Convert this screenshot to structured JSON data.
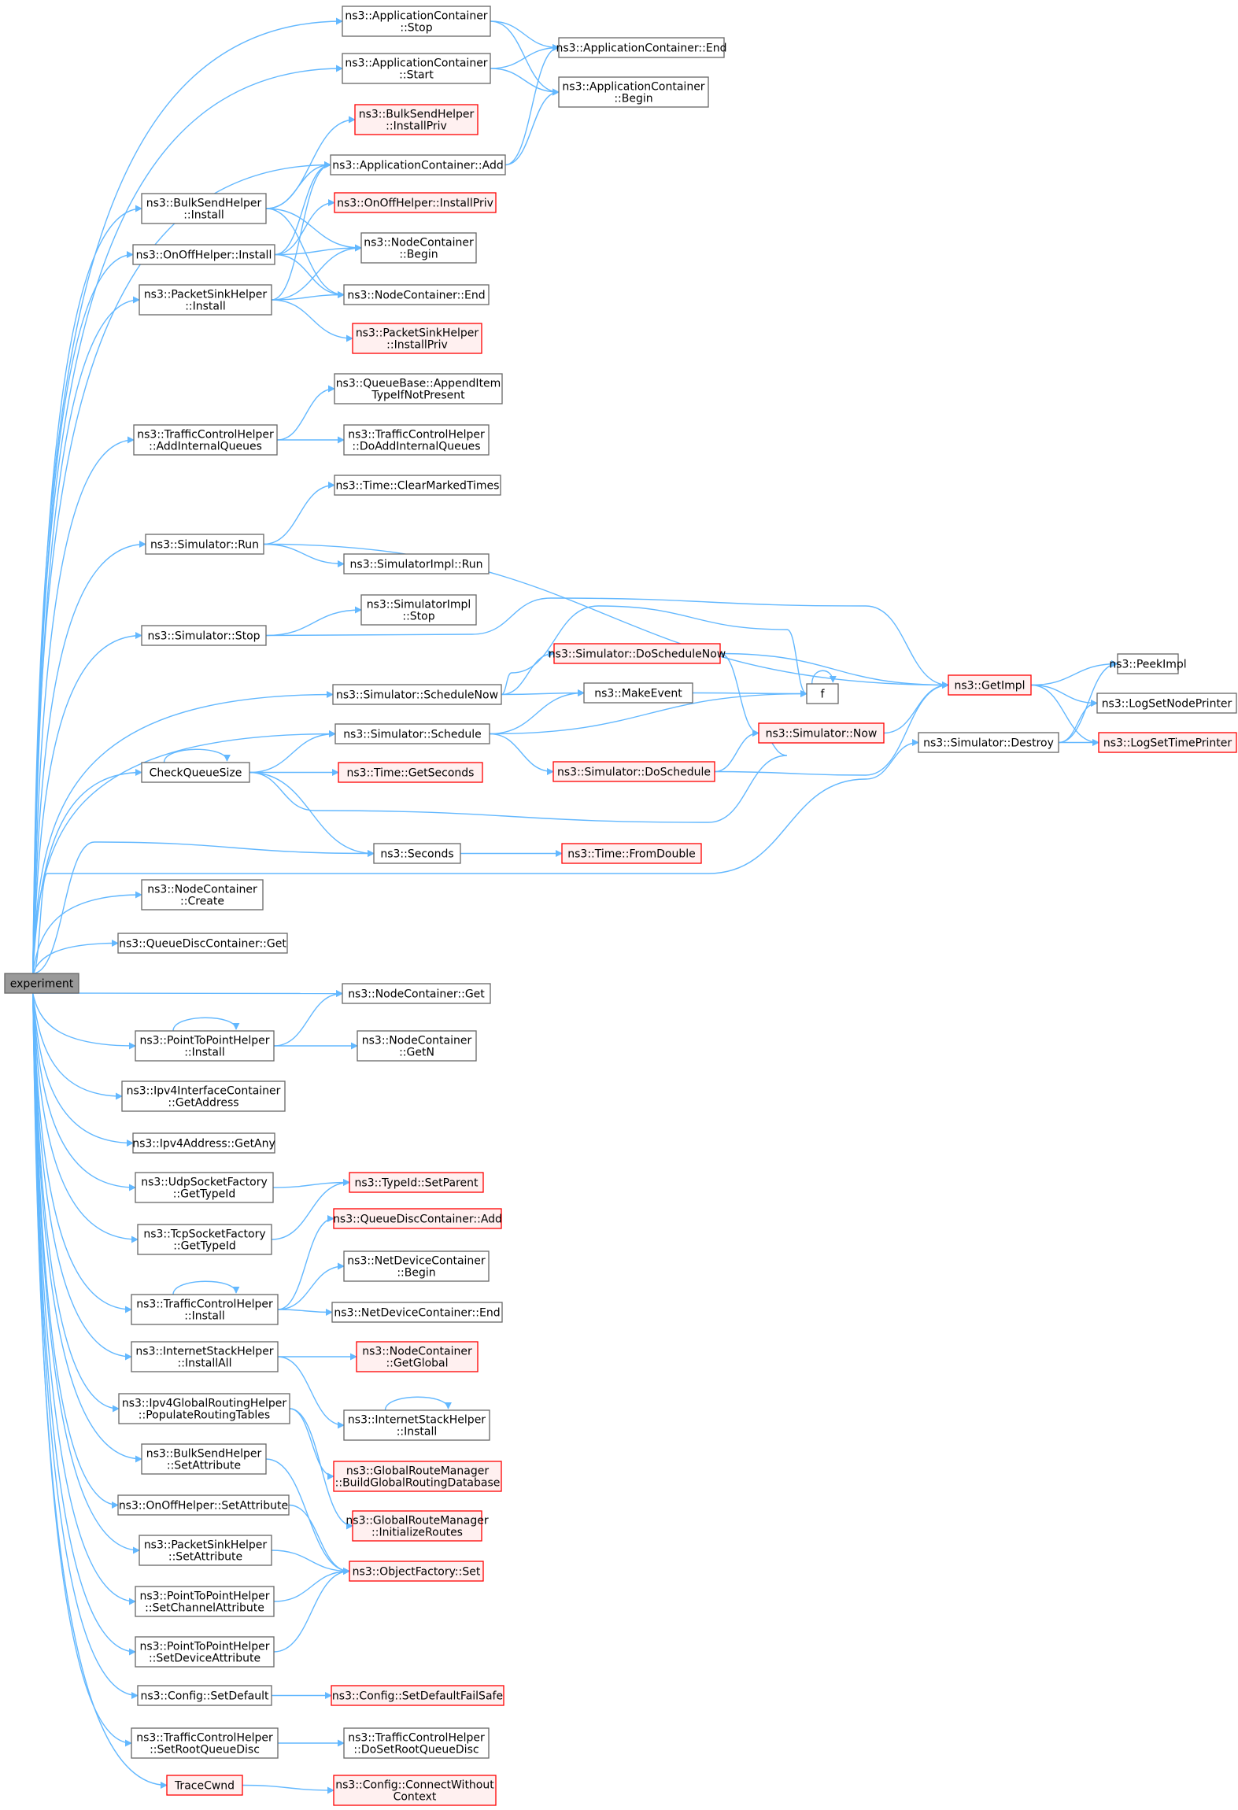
{
  "diagram": {
    "style": {
      "edge_color": "#63b8ff",
      "box_border": "#666666",
      "box_fill": "#ffffff",
      "external_border": "#ff0000",
      "external_fill": "#fff0f0",
      "root_fill": "#999999"
    },
    "nodes": [
      {
        "id": "experiment",
        "lines": [
          "experiment"
        ],
        "kind": "root"
      },
      {
        "id": "app_stop",
        "lines": [
          "ns3::ApplicationContainer",
          "::Stop"
        ],
        "kind": "normal"
      },
      {
        "id": "app_start",
        "lines": [
          "ns3::ApplicationContainer",
          "::Start"
        ],
        "kind": "normal"
      },
      {
        "id": "app_end",
        "lines": [
          "ns3::ApplicationContainer::End"
        ],
        "kind": "normal"
      },
      {
        "id": "app_begin",
        "lines": [
          "ns3::ApplicationContainer",
          "::Begin"
        ],
        "kind": "normal"
      },
      {
        "id": "bulk_installpriv",
        "lines": [
          "ns3::BulkSendHelper",
          "::InstallPriv"
        ],
        "kind": "external"
      },
      {
        "id": "app_add",
        "lines": [
          "ns3::ApplicationContainer::Add"
        ],
        "kind": "normal"
      },
      {
        "id": "bulk_install",
        "lines": [
          "ns3::BulkSendHelper",
          "::Install"
        ],
        "kind": "normal"
      },
      {
        "id": "onoff_installpriv",
        "lines": [
          "ns3::OnOffHelper::InstallPriv"
        ],
        "kind": "external"
      },
      {
        "id": "onoff_install",
        "lines": [
          "ns3::OnOffHelper::Install"
        ],
        "kind": "normal"
      },
      {
        "id": "nc_begin",
        "lines": [
          "ns3::NodeContainer",
          "::Begin"
        ],
        "kind": "normal"
      },
      {
        "id": "sink_install",
        "lines": [
          "ns3::PacketSinkHelper",
          "::Install"
        ],
        "kind": "normal"
      },
      {
        "id": "nc_end",
        "lines": [
          "ns3::NodeContainer::End"
        ],
        "kind": "normal"
      },
      {
        "id": "sink_installpriv",
        "lines": [
          "ns3::PacketSinkHelper",
          "::InstallPriv"
        ],
        "kind": "external"
      },
      {
        "id": "qb_append",
        "lines": [
          "ns3::QueueBase::AppendItem",
          "TypeIfNotPresent"
        ],
        "kind": "normal"
      },
      {
        "id": "tch_addq",
        "lines": [
          "ns3::TrafficControlHelper",
          "::AddInternalQueues"
        ],
        "kind": "normal"
      },
      {
        "id": "tch_doaddq",
        "lines": [
          "ns3::TrafficControlHelper",
          "::DoAddInternalQueues"
        ],
        "kind": "normal"
      },
      {
        "id": "time_clear",
        "lines": [
          "ns3::Time::ClearMarkedTimes"
        ],
        "kind": "normal"
      },
      {
        "id": "sim_run",
        "lines": [
          "ns3::Simulator::Run"
        ],
        "kind": "normal"
      },
      {
        "id": "simimpl_run",
        "lines": [
          "ns3::SimulatorImpl::Run"
        ],
        "kind": "normal"
      },
      {
        "id": "simimpl_stop",
        "lines": [
          "ns3::SimulatorImpl",
          "::Stop"
        ],
        "kind": "normal"
      },
      {
        "id": "sim_stop",
        "lines": [
          "ns3::Simulator::Stop"
        ],
        "kind": "normal"
      },
      {
        "id": "sim_doschednow",
        "lines": [
          "ns3::Simulator::DoScheduleNow"
        ],
        "kind": "external"
      },
      {
        "id": "sim_schednow",
        "lines": [
          "ns3::Simulator::ScheduleNow"
        ],
        "kind": "normal"
      },
      {
        "id": "makeevent",
        "lines": [
          "ns3::MakeEvent"
        ],
        "kind": "normal"
      },
      {
        "id": "f",
        "lines": [
          "f"
        ],
        "kind": "normal"
      },
      {
        "id": "getimpl",
        "lines": [
          "ns3::GetImpl"
        ],
        "kind": "external"
      },
      {
        "id": "peekimpl",
        "lines": [
          "ns3::PeekImpl"
        ],
        "kind": "normal"
      },
      {
        "id": "logsetnode",
        "lines": [
          "ns3::LogSetNodePrinter"
        ],
        "kind": "normal"
      },
      {
        "id": "logsettime",
        "lines": [
          "ns3::LogSetTimePrinter"
        ],
        "kind": "external"
      },
      {
        "id": "sim_destroy",
        "lines": [
          "ns3::Simulator::Destroy"
        ],
        "kind": "normal"
      },
      {
        "id": "sim_now",
        "lines": [
          "ns3::Simulator::Now"
        ],
        "kind": "external"
      },
      {
        "id": "sim_schedule",
        "lines": [
          "ns3::Simulator::Schedule"
        ],
        "kind": "normal"
      },
      {
        "id": "checkq",
        "lines": [
          "CheckQueueSize"
        ],
        "kind": "normal"
      },
      {
        "id": "time_getsec",
        "lines": [
          "ns3::Time::GetSeconds"
        ],
        "kind": "external"
      },
      {
        "id": "sim_dosched",
        "lines": [
          "ns3::Simulator::DoSchedule"
        ],
        "kind": "external"
      },
      {
        "id": "seconds",
        "lines": [
          "ns3::Seconds"
        ],
        "kind": "normal"
      },
      {
        "id": "time_fromdouble",
        "lines": [
          "ns3::Time::FromDouble"
        ],
        "kind": "external"
      },
      {
        "id": "nc_create",
        "lines": [
          "ns3::NodeContainer",
          "::Create"
        ],
        "kind": "normal"
      },
      {
        "id": "qdc_get",
        "lines": [
          "ns3::QueueDiscContainer::Get"
        ],
        "kind": "normal"
      },
      {
        "id": "nc_get",
        "lines": [
          "ns3::NodeContainer::Get"
        ],
        "kind": "normal"
      },
      {
        "id": "p2p_install",
        "lines": [
          "ns3::PointToPointHelper",
          "::Install"
        ],
        "kind": "normal"
      },
      {
        "id": "nc_getn",
        "lines": [
          "ns3::NodeContainer",
          "::GetN"
        ],
        "kind": "normal"
      },
      {
        "id": "ipv4ic_getaddr",
        "lines": [
          "ns3::Ipv4InterfaceContainer",
          "::GetAddress"
        ],
        "kind": "normal"
      },
      {
        "id": "ipv4addr_any",
        "lines": [
          "ns3::Ipv4Address::GetAny"
        ],
        "kind": "normal"
      },
      {
        "id": "udp_typeid",
        "lines": [
          "ns3::UdpSocketFactory",
          "::GetTypeId"
        ],
        "kind": "normal"
      },
      {
        "id": "typeid_setparent",
        "lines": [
          "ns3::TypeId::SetParent"
        ],
        "kind": "external"
      },
      {
        "id": "tcp_typeid",
        "lines": [
          "ns3::TcpSocketFactory",
          "::GetTypeId"
        ],
        "kind": "normal"
      },
      {
        "id": "qdc_add",
        "lines": [
          "ns3::QueueDiscContainer::Add"
        ],
        "kind": "external"
      },
      {
        "id": "ndc_begin",
        "lines": [
          "ns3::NetDeviceContainer",
          "::Begin"
        ],
        "kind": "normal"
      },
      {
        "id": "tch_install",
        "lines": [
          "ns3::TrafficControlHelper",
          "::Install"
        ],
        "kind": "normal"
      },
      {
        "id": "ndc_end",
        "lines": [
          "ns3::NetDeviceContainer::End"
        ],
        "kind": "normal"
      },
      {
        "id": "ish_installall",
        "lines": [
          "ns3::InternetStackHelper",
          "::InstallAll"
        ],
        "kind": "normal"
      },
      {
        "id": "nc_getglobal",
        "lines": [
          "ns3::NodeContainer",
          "::GetGlobal"
        ],
        "kind": "external"
      },
      {
        "id": "ish_install",
        "lines": [
          "ns3::InternetStackHelper",
          "::Install"
        ],
        "kind": "normal"
      },
      {
        "id": "ipv4grh_pop",
        "lines": [
          "ns3::Ipv4GlobalRoutingHelper",
          "::PopulateRoutingTables"
        ],
        "kind": "normal"
      },
      {
        "id": "grm_build",
        "lines": [
          "ns3::GlobalRouteManager",
          "::BuildGlobalRoutingDatabase"
        ],
        "kind": "external"
      },
      {
        "id": "bulk_setattr",
        "lines": [
          "ns3::BulkSendHelper",
          "::SetAttribute"
        ],
        "kind": "normal"
      },
      {
        "id": "grm_init",
        "lines": [
          "ns3::GlobalRouteManager",
          "::InitializeRoutes"
        ],
        "kind": "external"
      },
      {
        "id": "onoff_setattr",
        "lines": [
          "ns3::OnOffHelper::SetAttribute"
        ],
        "kind": "normal"
      },
      {
        "id": "sink_setattr",
        "lines": [
          "ns3::PacketSinkHelper",
          "::SetAttribute"
        ],
        "kind": "normal"
      },
      {
        "id": "of_set",
        "lines": [
          "ns3::ObjectFactory::Set"
        ],
        "kind": "external"
      },
      {
        "id": "p2p_setchan",
        "lines": [
          "ns3::PointToPointHelper",
          "::SetChannelAttribute"
        ],
        "kind": "normal"
      },
      {
        "id": "p2p_setdev",
        "lines": [
          "ns3::PointToPointHelper",
          "::SetDeviceAttribute"
        ],
        "kind": "normal"
      },
      {
        "id": "cfg_setdef",
        "lines": [
          "ns3::Config::SetDefault"
        ],
        "kind": "normal"
      },
      {
        "id": "cfg_setdeffs",
        "lines": [
          "ns3::Config::SetDefaultFailSafe"
        ],
        "kind": "external"
      },
      {
        "id": "tch_setroot",
        "lines": [
          "ns3::TrafficControlHelper",
          "::SetRootQueueDisc"
        ],
        "kind": "normal"
      },
      {
        "id": "tch_dosetroot",
        "lines": [
          "ns3::TrafficControlHelper",
          "::DoSetRootQueueDisc"
        ],
        "kind": "normal"
      },
      {
        "id": "tracecwnd",
        "lines": [
          "TraceCwnd"
        ],
        "kind": "external"
      },
      {
        "id": "cfg_connect",
        "lines": [
          "ns3::Config::ConnectWithout",
          "Context"
        ],
        "kind": "external"
      }
    ],
    "edges": [
      [
        "experiment",
        "app_stop"
      ],
      [
        "experiment",
        "app_start"
      ],
      [
        "experiment",
        "app_add"
      ],
      [
        "experiment",
        "bulk_install"
      ],
      [
        "experiment",
        "onoff_install"
      ],
      [
        "experiment",
        "sink_install"
      ],
      [
        "experiment",
        "tch_addq"
      ],
      [
        "experiment",
        "sim_run"
      ],
      [
        "experiment",
        "sim_stop"
      ],
      [
        "experiment",
        "sim_schednow"
      ],
      [
        "experiment",
        "sim_schedule"
      ],
      [
        "experiment",
        "checkq"
      ],
      [
        "experiment",
        "seconds"
      ],
      [
        "experiment",
        "sim_destroy"
      ],
      [
        "experiment",
        "nc_create"
      ],
      [
        "experiment",
        "qdc_get"
      ],
      [
        "experiment",
        "nc_get"
      ],
      [
        "experiment",
        "p2p_install"
      ],
      [
        "experiment",
        "ipv4ic_getaddr"
      ],
      [
        "experiment",
        "ipv4addr_any"
      ],
      [
        "experiment",
        "udp_typeid"
      ],
      [
        "experiment",
        "tcp_typeid"
      ],
      [
        "experiment",
        "tch_install"
      ],
      [
        "experiment",
        "ish_installall"
      ],
      [
        "experiment",
        "ipv4grh_pop"
      ],
      [
        "experiment",
        "bulk_setattr"
      ],
      [
        "experiment",
        "onoff_setattr"
      ],
      [
        "experiment",
        "sink_setattr"
      ],
      [
        "experiment",
        "p2p_setchan"
      ],
      [
        "experiment",
        "p2p_setdev"
      ],
      [
        "experiment",
        "cfg_setdef"
      ],
      [
        "experiment",
        "tch_setroot"
      ],
      [
        "experiment",
        "tracecwnd"
      ],
      [
        "app_stop",
        "app_end"
      ],
      [
        "app_stop",
        "app_begin"
      ],
      [
        "app_start",
        "app_end"
      ],
      [
        "app_start",
        "app_begin"
      ],
      [
        "app_add",
        "app_end"
      ],
      [
        "app_add",
        "app_begin"
      ],
      [
        "bulk_install",
        "bulk_installpriv"
      ],
      [
        "bulk_install",
        "app_add"
      ],
      [
        "bulk_install",
        "nc_begin"
      ],
      [
        "bulk_install",
        "nc_end"
      ],
      [
        "onoff_install",
        "app_add"
      ],
      [
        "onoff_install",
        "onoff_installpriv"
      ],
      [
        "onoff_install",
        "nc_begin"
      ],
      [
        "onoff_install",
        "nc_end"
      ],
      [
        "sink_install",
        "app_add"
      ],
      [
        "sink_install",
        "nc_begin"
      ],
      [
        "sink_install",
        "nc_end"
      ],
      [
        "sink_install",
        "sink_installpriv"
      ],
      [
        "tch_addq",
        "qb_append"
      ],
      [
        "tch_addq",
        "tch_doaddq"
      ],
      [
        "sim_run",
        "time_clear"
      ],
      [
        "sim_run",
        "simimpl_run"
      ],
      [
        "sim_run",
        "getimpl"
      ],
      [
        "sim_stop",
        "simimpl_stop"
      ],
      [
        "sim_stop",
        "getimpl"
      ],
      [
        "sim_schednow",
        "sim_doschednow"
      ],
      [
        "sim_schednow",
        "makeevent"
      ],
      [
        "sim_schednow",
        "f"
      ],
      [
        "sim_doschednow",
        "getimpl"
      ],
      [
        "sim_doschednow",
        "sim_now"
      ],
      [
        "makeevent",
        "f"
      ],
      [
        "f",
        "f"
      ],
      [
        "sim_now",
        "getimpl"
      ],
      [
        "getimpl",
        "peekimpl"
      ],
      [
        "getimpl",
        "logsetnode"
      ],
      [
        "getimpl",
        "logsettime"
      ],
      [
        "sim_destroy",
        "peekimpl"
      ],
      [
        "sim_destroy",
        "logsetnode"
      ],
      [
        "sim_destroy",
        "logsettime"
      ],
      [
        "sim_schedule",
        "makeevent"
      ],
      [
        "sim_schedule",
        "f"
      ],
      [
        "sim_schedule",
        "sim_dosched"
      ],
      [
        "sim_dosched",
        "getimpl"
      ],
      [
        "sim_dosched",
        "sim_now"
      ],
      [
        "checkq",
        "checkq"
      ],
      [
        "checkq",
        "sim_schedule"
      ],
      [
        "checkq",
        "time_getsec"
      ],
      [
        "checkq",
        "seconds"
      ],
      [
        "checkq",
        "sim_now"
      ],
      [
        "seconds",
        "time_fromdouble"
      ],
      [
        "p2p_install",
        "p2p_install"
      ],
      [
        "p2p_install",
        "nc_get"
      ],
      [
        "p2p_install",
        "nc_getn"
      ],
      [
        "udp_typeid",
        "typeid_setparent"
      ],
      [
        "tcp_typeid",
        "typeid_setparent"
      ],
      [
        "tch_install",
        "tch_install"
      ],
      [
        "tch_install",
        "qdc_add"
      ],
      [
        "tch_install",
        "ndc_begin"
      ],
      [
        "tch_install",
        "ndc_end"
      ],
      [
        "ish_installall",
        "nc_getglobal"
      ],
      [
        "ish_installall",
        "ish_install"
      ],
      [
        "ish_install",
        "ish_install"
      ],
      [
        "ipv4grh_pop",
        "grm_build"
      ],
      [
        "ipv4grh_pop",
        "grm_init"
      ],
      [
        "bulk_setattr",
        "of_set"
      ],
      [
        "onoff_setattr",
        "of_set"
      ],
      [
        "sink_setattr",
        "of_set"
      ],
      [
        "p2p_setchan",
        "of_set"
      ],
      [
        "p2p_setdev",
        "of_set"
      ],
      [
        "cfg_setdef",
        "cfg_setdeffs"
      ],
      [
        "tch_setroot",
        "tch_dosetroot"
      ],
      [
        "tracecwnd",
        "cfg_connect"
      ]
    ]
  }
}
